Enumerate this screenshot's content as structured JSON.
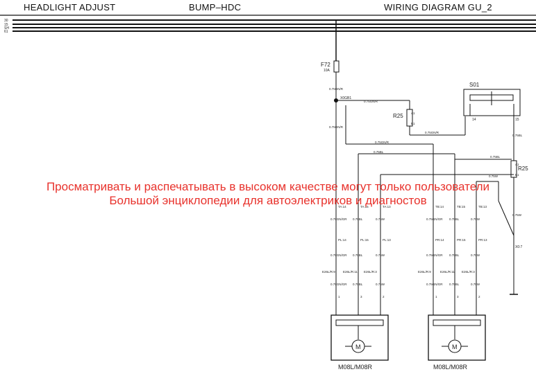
{
  "header": {
    "left": "HEADLIGHT ADJUST",
    "center": "BUMP–HDC",
    "right": "WIRING DIAGRAM GU_2"
  },
  "bus_labels": [
    "30",
    "15",
    "SH",
    "61"
  ],
  "fuse": {
    "name": "F72",
    "rating": "10A"
  },
  "splice": "X0GB1",
  "switch": {
    "name": "S01",
    "pin_left": "14",
    "pin_right": "15"
  },
  "resistor_left": {
    "name": "R25",
    "pin_top": "A1",
    "pin_bottom": "B1"
  },
  "resistor_right": {
    "name": "R25",
    "pin_top": "A1",
    "pin_bottom": "B1"
  },
  "wires": {
    "w1": "0.75GN/R",
    "w2": "0.75GN/R",
    "w3": "0.75GN/R",
    "w4": "0.75GN/R",
    "w5": "0.75GN/R",
    "w6": "0.75BL",
    "w7": "0.75BL",
    "w8": "0.75BL",
    "w9": "0.75W",
    "w10": "0.75W"
  },
  "ground": "X0:7",
  "left_motor": {
    "name": "M08L/M08R",
    "motor_symbol": "M",
    "connectors_top": [
      "TA:14",
      "TA:15",
      "TA:13"
    ],
    "wire_a": [
      "0.75GN/GR",
      "0.75BL",
      "0.75W"
    ],
    "connectors_mid": [
      "PL:14",
      "PL:15",
      "PL:13"
    ],
    "wire_b": [
      "0.75GN/GR",
      "0.75BL",
      "0.75W"
    ],
    "connectors_bot": [
      "E26L/R:9",
      "E26L/R:11",
      "E26L/R:3"
    ],
    "wire_c": [
      "0.75GN/GR",
      "0.75BL",
      "0.75W"
    ],
    "pins": [
      "1",
      "3",
      "2"
    ]
  },
  "right_motor": {
    "name": "M08L/M08R",
    "motor_symbol": "M",
    "connectors_top": [
      "TB:14",
      "TB:15",
      "TB:13"
    ],
    "wire_a": [
      "0.75GN/GR",
      "0.75BL",
      "0.75W"
    ],
    "connectors_mid": [
      "PR:14",
      "PR:15",
      "PR:13"
    ],
    "wire_b": [
      "0.75GN/GR",
      "0.75BL",
      "0.75W"
    ],
    "connectors_bot": [
      "E26L/R:9",
      "E26L/R:11",
      "E26L/R:3"
    ],
    "wire_c": [
      "0.75GN/GR",
      "0.75BL",
      "0.75W"
    ],
    "pins": [
      "1",
      "3",
      "2"
    ]
  },
  "watermark": {
    "line1": "Просматривать и распечатывать в высоком качестве могут только пользователи",
    "line2": "Большой энциклопедии для автоэлектриков и диагностов"
  }
}
